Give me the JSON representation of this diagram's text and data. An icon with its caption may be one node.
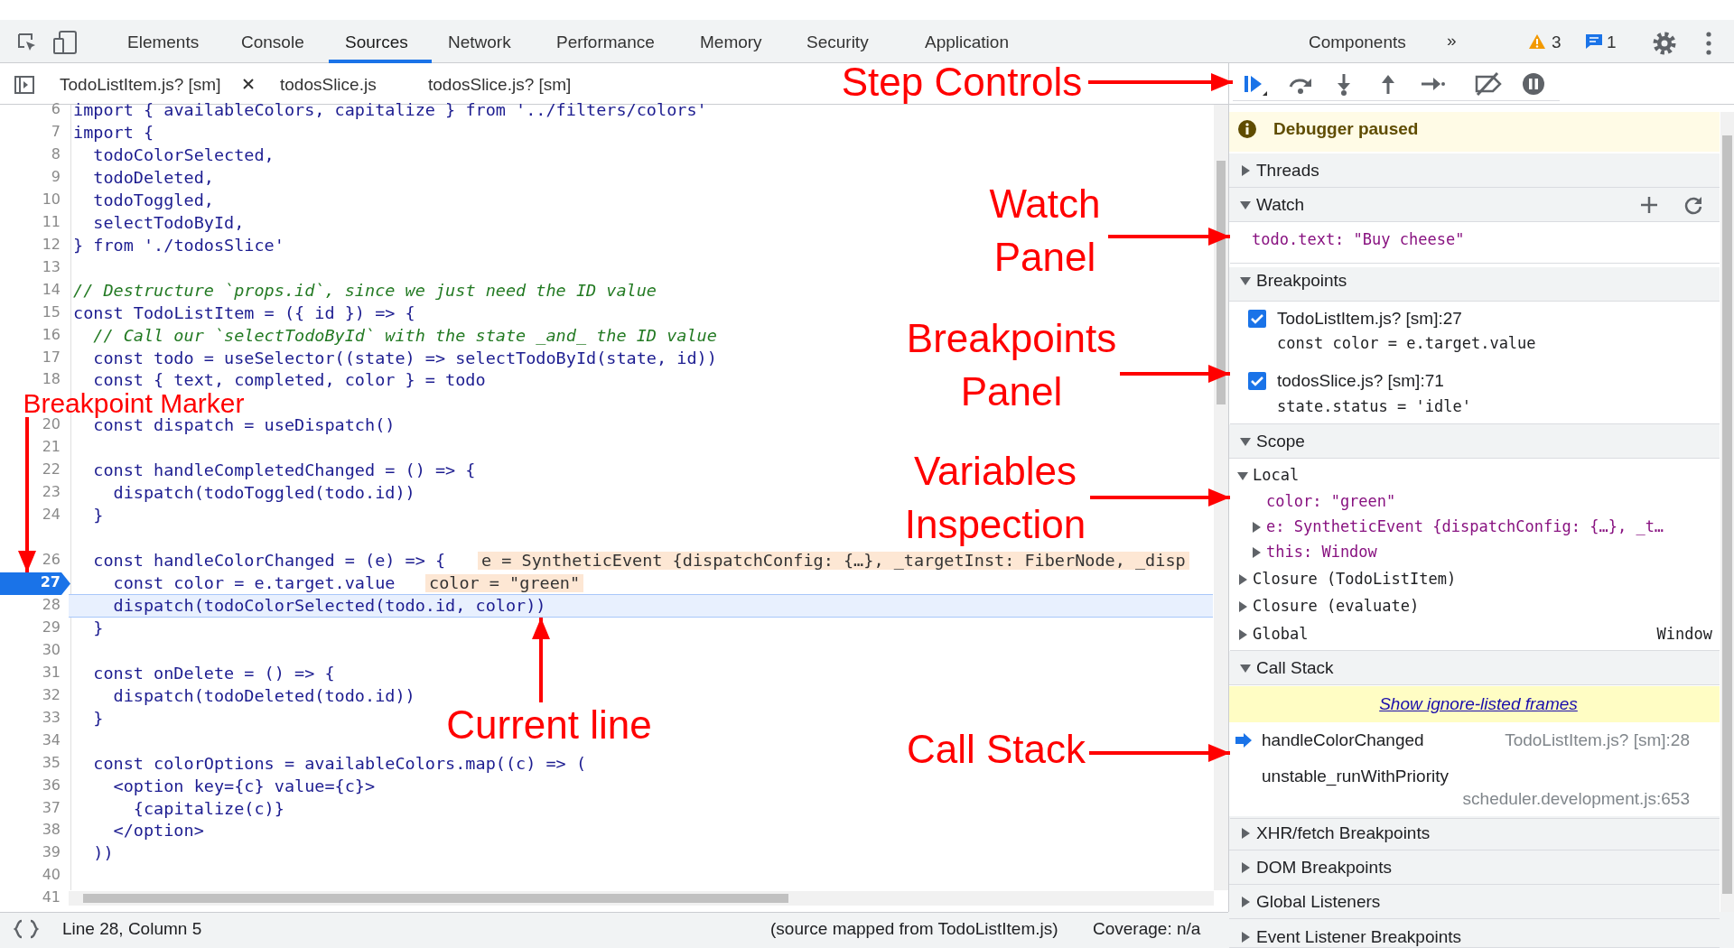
{
  "diagram": {
    "nodes": [
      {
        "text": [
          "Step Controls"
        ]
      },
      {
        "text": [],
        "shape": "box"
      },
      {
        "text": [
          "Watch Panel"
        ]
      },
      {
        "text": [],
        "shape": "box"
      },
      {
        "text": [
          "Breakpoints Panel"
        ]
      },
      {
        "text": [],
        "shape": "box"
      },
      {
        "text": [
          "Variables Inspection"
        ]
      },
      {
        "text": [],
        "shape": "box"
      },
      {
        "text": [
          "Call Stack"
        ]
      },
      {
        "text": [],
        "shape": "box"
      },
      {
        "text": [
          "Current line"
        ]
      },
      {
        "text": [],
        "shape": "bar"
      },
      {
        "text": [
          "Breakpoint Marker"
        ]
      },
      {
        "text": [],
        "shape": "flag"
      }
    ],
    "edges": [
      {
        "from": 0,
        "to": 1,
        "arrow": "to"
      },
      {
        "from": 2,
        "to": 3,
        "arrow": "to"
      },
      {
        "from": 4,
        "to": 5,
        "arrow": "to"
      },
      {
        "from": 6,
        "to": 7,
        "arrow": "to"
      },
      {
        "from": 8,
        "to": 9,
        "arrow": "to"
      },
      {
        "from": 10,
        "to": 11,
        "arrow": "to"
      },
      {
        "from": 12,
        "to": 13,
        "arrow": "to"
      }
    ],
    "labels": [
      "Elements",
      "Console",
      "Sources",
      "Network",
      "Performance",
      "Memory",
      "Security",
      "Application",
      "Components",
      "»",
      "3",
      "1",
      "TodoListItem.js? [sm]",
      "todosSlice.js",
      "todosSlice.js? [sm]",
      "6",
      "import { availableColors, capitalize } from '../filters/colors'",
      "7",
      "import {",
      "8",
      "todoColorSelected,",
      "9",
      "todoDeleted,",
      "10",
      "todoToggled,",
      "11",
      "selectTodoById,",
      "12",
      "} from './todosSlice'",
      "13",
      "14",
      "// Destructure `props.id`, since we just need the ID value",
      "15",
      "const TodoListItem = ({ id }) => {",
      "16",
      "// Call our `selectTodoById` with the state _and_ the ID value",
      "17",
      "const todo = useSelector((state) => selectTodoById(state, id))",
      "18",
      "const { text, completed, color } = todo",
      "20",
      "const dispatch = useDispatch()",
      "21",
      "22",
      "const handleCompletedChanged = () => {",
      "23",
      "dispatch(todoToggled(todo.id))",
      "24",
      "}",
      "26",
      "const handleColorChanged = (e) => {",
      "e = SyntheticEvent {dispatchConfig: {…}, _targetInst: FiberNode, _disp",
      "27",
      "const color = e.target.value",
      "color = \"green\"",
      "28",
      "dispatch(todoColorSelected(todo.id, color))",
      "29",
      "}",
      "30",
      "31",
      "const onDelete = () => {",
      "32",
      "dispatch(todoDeleted(todo.id))",
      "33",
      "}",
      "34",
      "35",
      "const colorOptions = availableColors.map((c) => (",
      "36",
      "<option key={c} value={c}>",
      "37",
      "{capitalize(c)}",
      "38",
      "</option>",
      "39",
      "))",
      "40",
      "41",
      "Debugger paused",
      "Threads",
      "Watch",
      "todo.text: \"Buy cheese\"",
      "Breakpoints",
      "TodoListItem.js? [sm]:27",
      "const color = e.target.value",
      "todosSlice.js? [sm]:71",
      "state.status = 'idle'",
      "Scope",
      "Local",
      "color: \"green\"",
      "e: SyntheticEvent {dispatchConfig: {…}, _t…",
      "this: Window",
      "Closure (TodoListItem)",
      "Closure (evaluate)",
      "Global",
      "Window",
      "Call Stack",
      "Show ignore-listed frames",
      "handleColorChanged",
      "TodoListItem.js? [sm]:28",
      "unstable_runWithPriority",
      "scheduler.development.js:653",
      "XHR/fetch Breakpoints",
      "DOM Breakpoints",
      "Global Listeners",
      "Event Listener Breakpoints",
      "Line 28, Column 5",
      "(source mapped from TodoListItem.js)",
      "Coverage: n/a"
    ]
  }
}
